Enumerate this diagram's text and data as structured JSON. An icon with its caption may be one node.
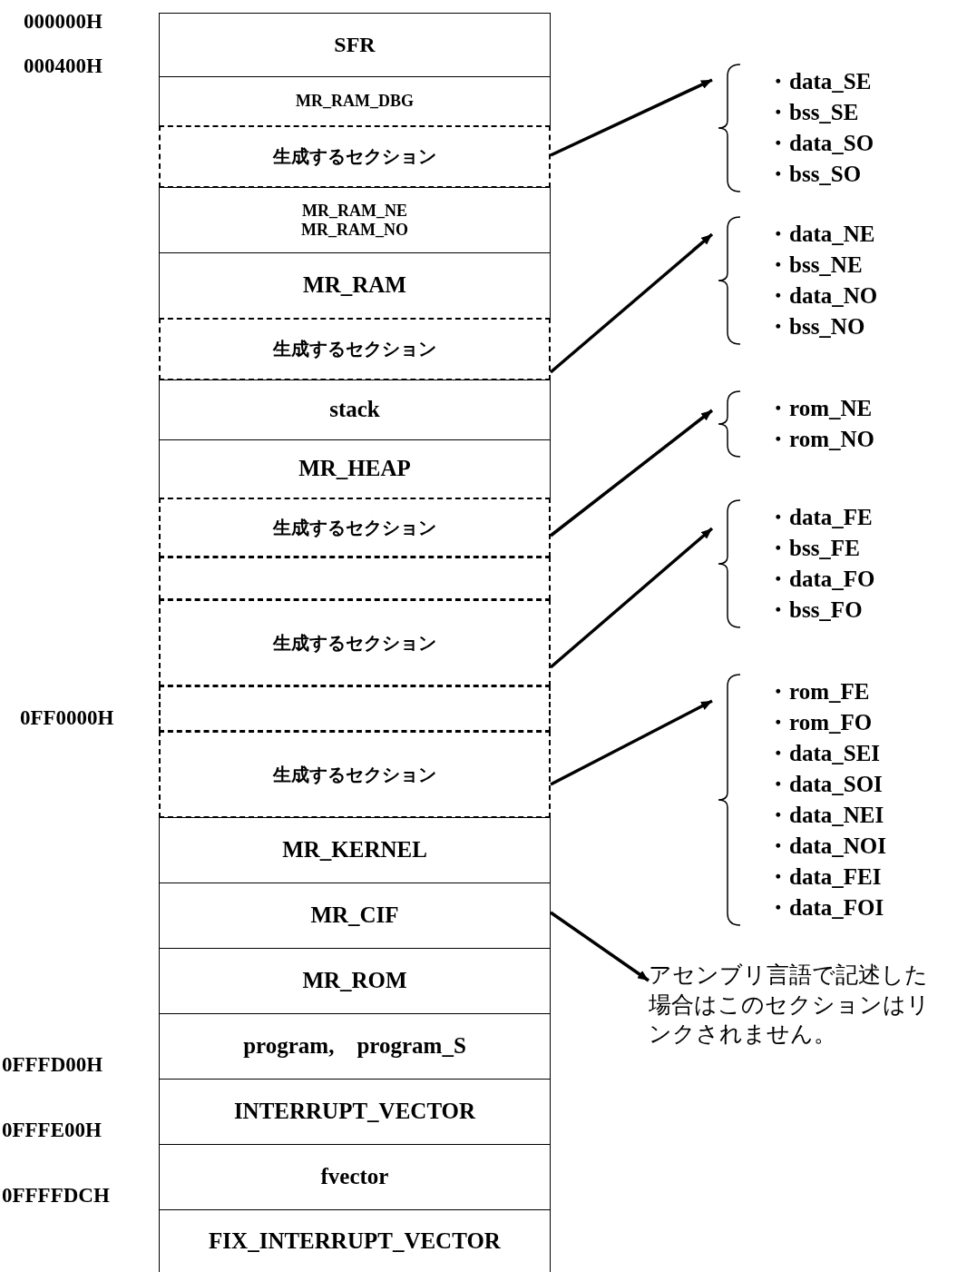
{
  "diagram": {
    "nodes": [
      {
        "text": [
          "SFR"
        ]
      },
      {
        "text": [
          "MR_RAM_DBG"
        ]
      },
      {
        "text": [
          "生成するセクション"
        ]
      },
      {
        "text": [
          "MR_RAM_NE",
          "MR_RAM_NO"
        ]
      },
      {
        "text": [
          "MR_RAM"
        ]
      },
      {
        "text": [
          "生成するセクション"
        ]
      },
      {
        "text": [
          "stack"
        ]
      },
      {
        "text": [
          "MR_HEAP"
        ]
      },
      {
        "text": [
          "生成するセクション"
        ]
      },
      {
        "text": [],
        "shape": "box"
      },
      {
        "text": [
          "生成するセクション"
        ]
      },
      {
        "text": [],
        "shape": "box"
      },
      {
        "text": [
          "生成するセクション"
        ]
      },
      {
        "text": [
          "MR_KERNEL"
        ]
      },
      {
        "text": [
          "MR_CIF"
        ]
      },
      {
        "text": [
          "MR_ROM"
        ]
      },
      {
        "text": [
          "program,　program_S"
        ]
      },
      {
        "text": [
          "INTERRUPT_VECTOR"
        ]
      },
      {
        "text": [
          "fvector"
        ]
      },
      {
        "text": [
          "FIX_INTERRUPT_VECTOR"
        ]
      },
      {
        "text": [
          "・data_SE",
          "・bss_SE",
          "・data_SO",
          "・bss_SO"
        ]
      },
      {
        "text": [
          "・data_NE",
          "・bss_NE",
          "・data_NO",
          "・bss_NO"
        ]
      },
      {
        "text": [
          "・rom_NE",
          "・rom_NO"
        ]
      },
      {
        "text": [
          "・data_FE",
          "・bss_FE",
          "・data_FO",
          "・bss_FO"
        ]
      },
      {
        "text": [
          "・rom_FE",
          "・rom_FO",
          "・data_SEI",
          "・data_SOI",
          "・data_NEI",
          "・data_NOI",
          "・data_FEI",
          "・data_FOI"
        ]
      },
      {
        "text": [
          "アセンブリ言語で記述した場合はこのセクションはリンクされません。"
        ]
      }
    ],
    "edges": [
      {
        "from": 2,
        "to": 20,
        "arrow": "to"
      },
      {
        "from": 5,
        "to": 21,
        "arrow": "to"
      },
      {
        "from": 8,
        "to": 22,
        "arrow": "to"
      },
      {
        "from": 10,
        "to": 23,
        "arrow": "to"
      },
      {
        "from": 12,
        "to": 24,
        "arrow": "to"
      },
      {
        "from": 14,
        "to": 25,
        "arrow": "to"
      }
    ],
    "labels": [
      "000000H",
      "000400H",
      "0FF0000H",
      "0FFFD00H",
      "0FFFE00H",
      "0FFFFDCH"
    ]
  }
}
